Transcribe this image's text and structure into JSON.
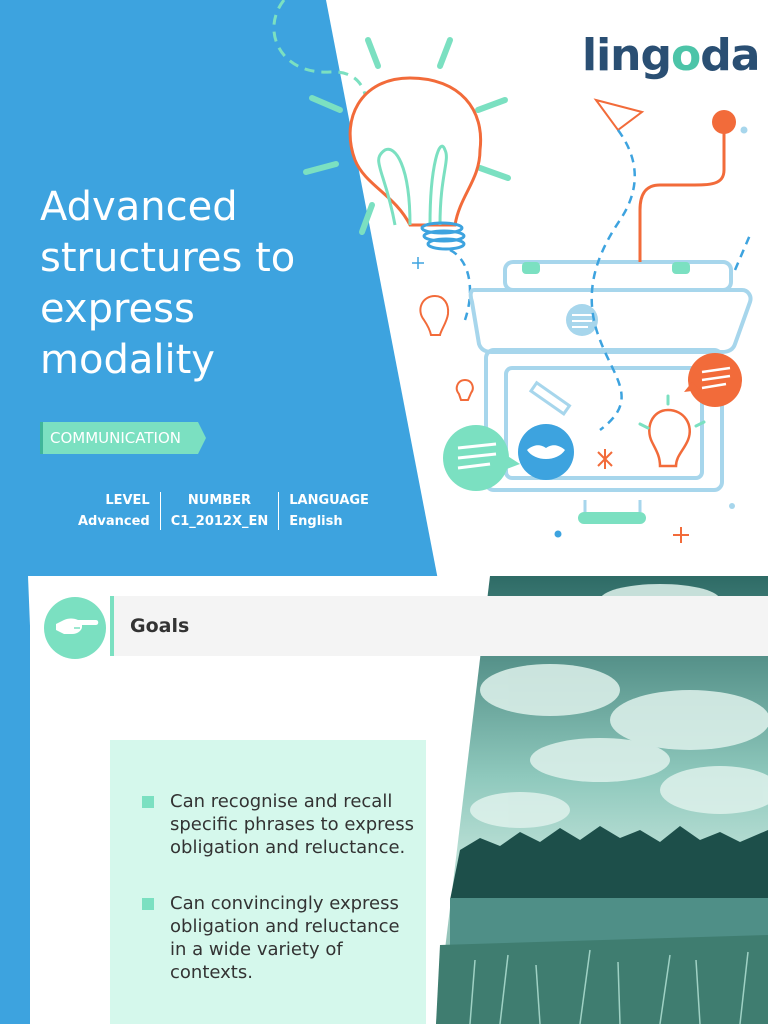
{
  "brand": {
    "logo_prefix": "ling",
    "logo_o": "o",
    "logo_suffix": "da"
  },
  "cover": {
    "title": "Advanced structures to express modality",
    "category": "COMMUNICATION",
    "meta": [
      {
        "label": "LEVEL",
        "value": "Advanced"
      },
      {
        "label": "NUMBER",
        "value": "C1_2012X_EN"
      },
      {
        "label": "LANGUAGE",
        "value": "English"
      }
    ]
  },
  "goals": {
    "heading": "Goals",
    "items": [
      "Can recognise and recall specific phrases to express obligation and reluctance.",
      "Can convincingly express obligation and reluctance in a wide variety of contexts."
    ]
  },
  "colors": {
    "blue": "#3da3df",
    "mint": "#7be0c1",
    "mint_light": "#d5f8ec",
    "orange": "#f26b3a",
    "navy": "#2a4f73"
  },
  "icons": {
    "goals": "pointing-hand-icon",
    "illustration": "lightbulb-briefcase-illustration",
    "photo": "lake-landscape-photo"
  }
}
